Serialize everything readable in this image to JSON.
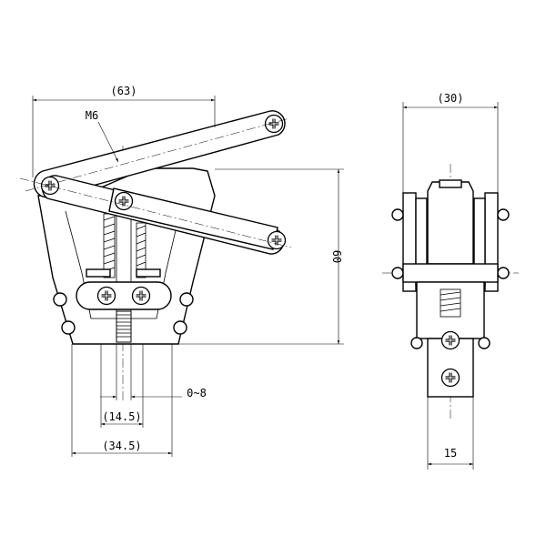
{
  "dimensions": {
    "front_width": "(63)",
    "thread": "M6",
    "height": "60",
    "jaw_opening": "0~8",
    "inner_width": "(14.5)",
    "outer_width": "(34.5)",
    "side_width": "(30)",
    "side_base": "15"
  }
}
